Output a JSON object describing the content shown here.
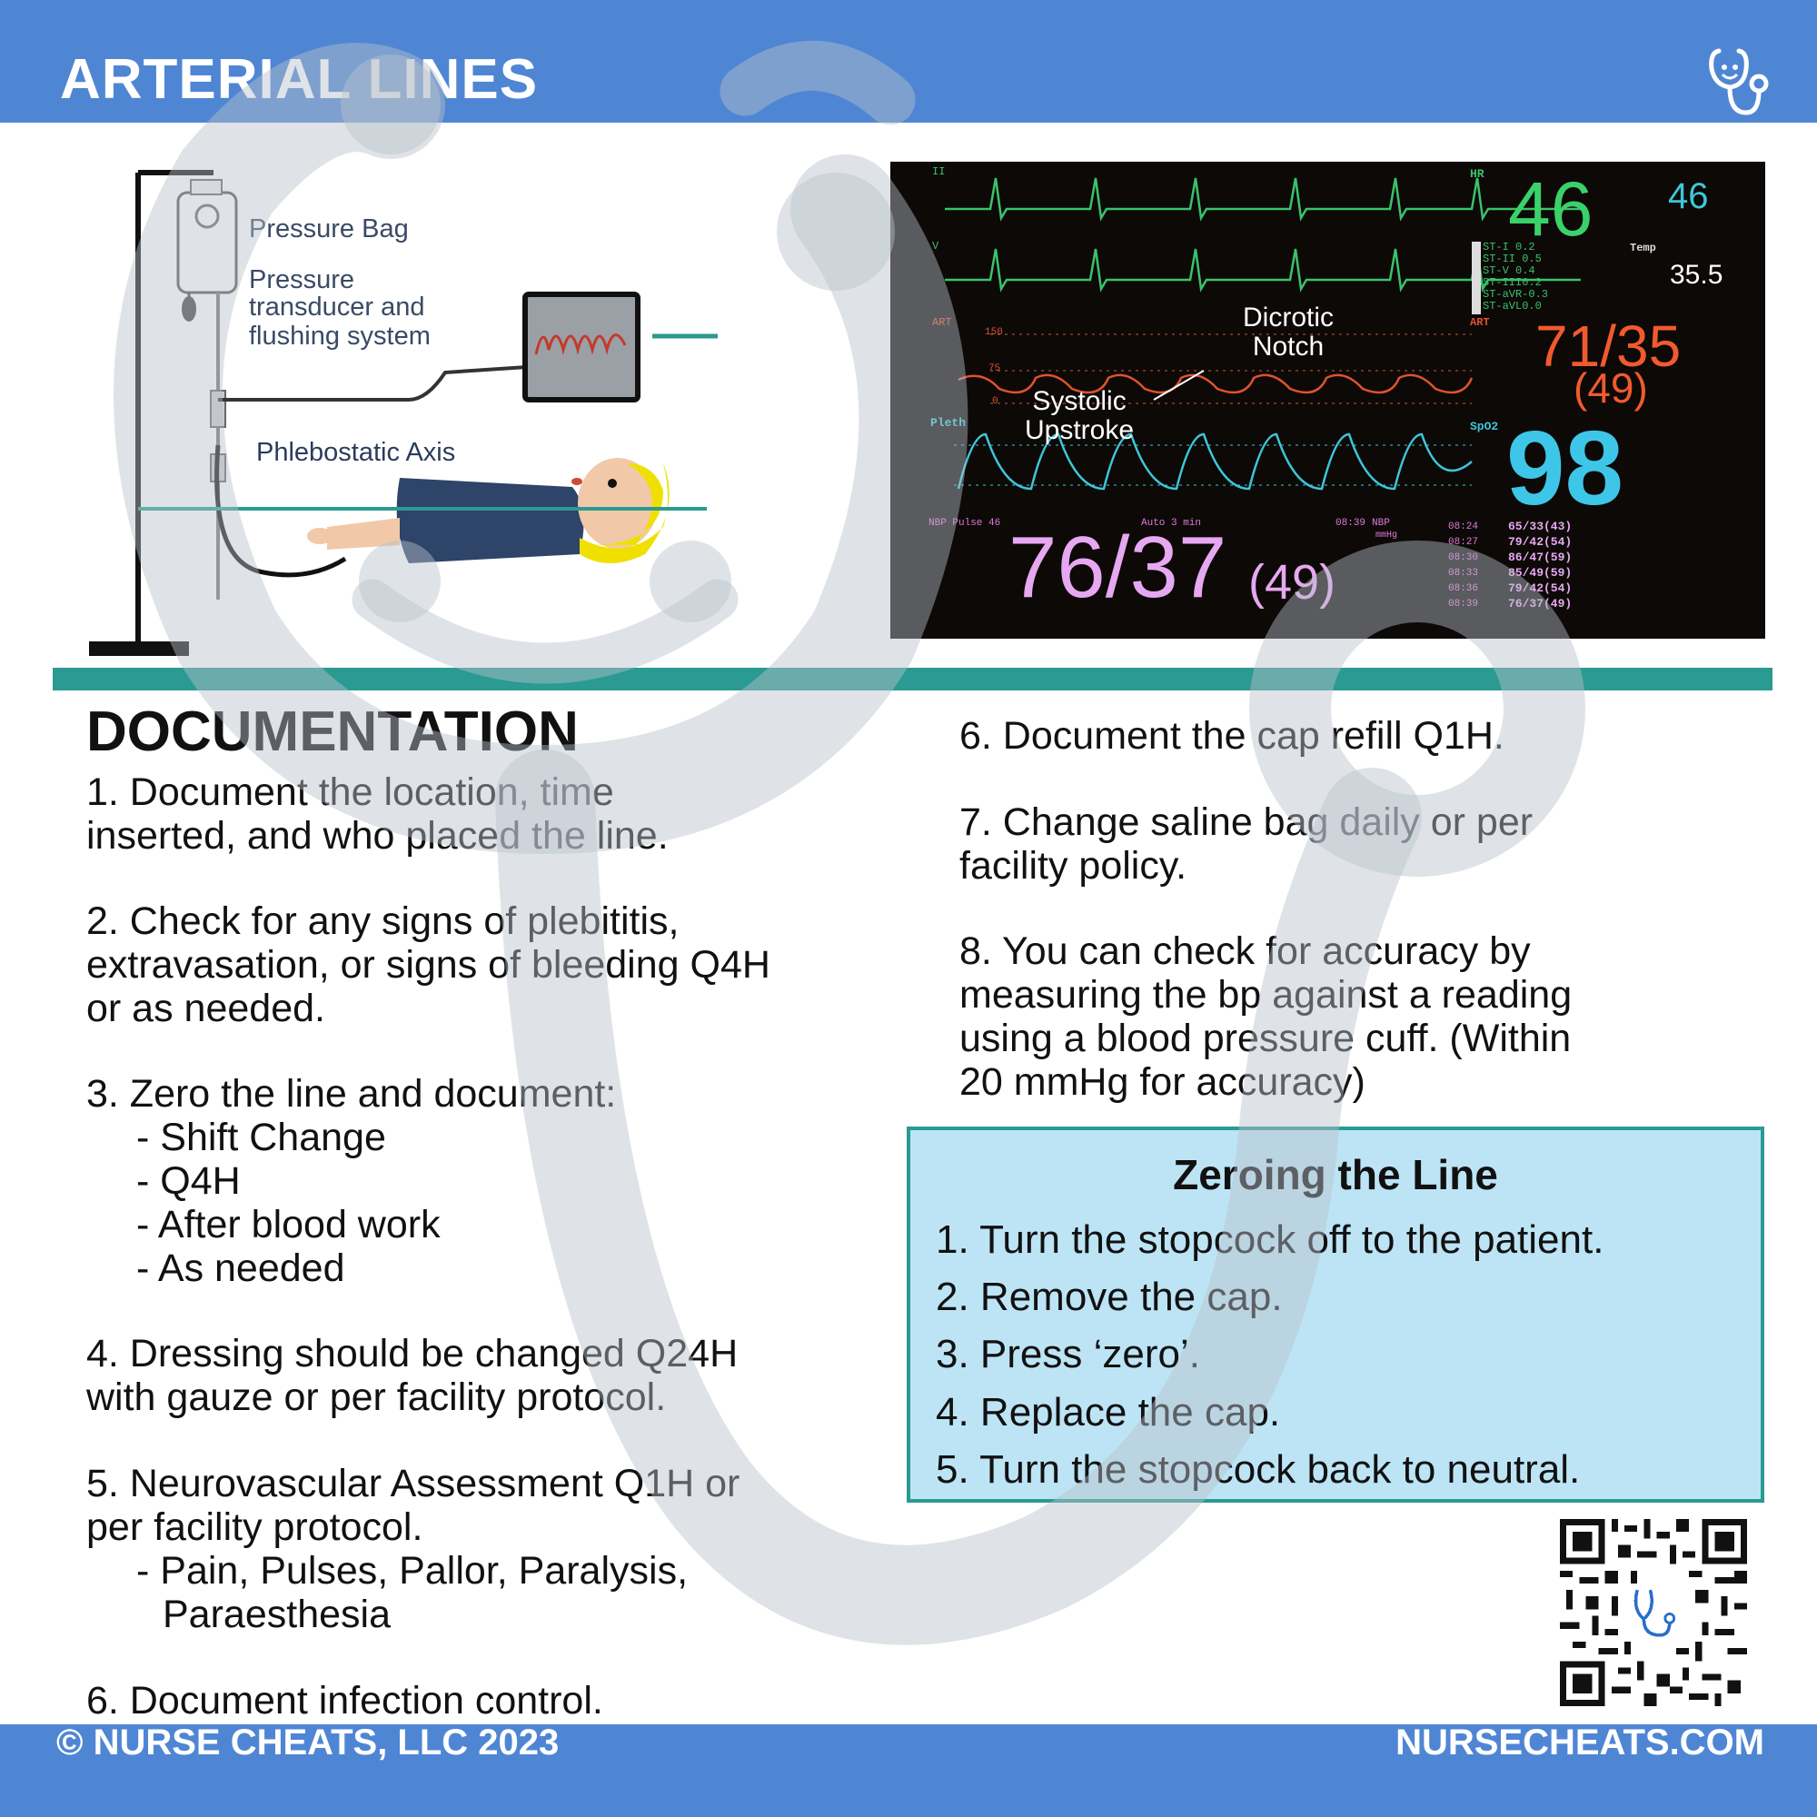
{
  "header": {
    "title": "ARTERIAL LINES"
  },
  "diagram": {
    "pressure_bag": "Pressure Bag",
    "transducer": [
      "Pressure",
      "transducer and",
      "flushing system"
    ],
    "phlebostatic_axis": "Phlebostatic Axis"
  },
  "monitor": {
    "lead_ii": "II",
    "lead_v": "V",
    "hr_label": "HR",
    "hr_value": "46",
    "hr_small": "46",
    "temp_label": "Temp",
    "temp_value": "35.5",
    "st_values": [
      "ST-I  0.2",
      "ST-II 0.5",
      "ST-V  0.4",
      "ST-III0.2",
      "ST-aVR-0.3",
      "ST-aVL0.0"
    ],
    "art_label": "ART",
    "art_value": "71/35",
    "art_mean": "(49)",
    "scale_150": "150",
    "scale_75": "75",
    "scale_0": "0",
    "dicrotic_notch": [
      "Dicrotic",
      "Notch"
    ],
    "systolic_upstroke": [
      "Systolic",
      "Upstroke"
    ],
    "pleth_label": "Pleth",
    "spo2_label": "SpO2",
    "spo2_value": "98",
    "nbp_header": "NBP  Pulse 46",
    "auto_label": "Auto  3 min",
    "nbp_time": "08:39",
    "nbp_label": "NBP",
    "nbp_unit": "mmHg",
    "nbp_value": "76/37",
    "nbp_mean": "(49)",
    "history": [
      {
        "time": "08:24",
        "value": "65/33(43)"
      },
      {
        "time": "08:27",
        "value": "79/42(54)"
      },
      {
        "time": "08:30",
        "value": "86/47(59)"
      },
      {
        "time": "08:33",
        "value": "85/49(59)"
      },
      {
        "time": "08:36",
        "value": "79/42(54)"
      },
      {
        "time": "08:39",
        "value": "76/37(49)"
      }
    ]
  },
  "documentation": {
    "heading": "DOCUMENTATION",
    "item1": [
      "1.  Document the location, time",
      "inserted, and who placed the line."
    ],
    "item2": [
      "2.  Check for any signs of plebititis,",
      "extravasation, or signs of bleeding Q4H",
      "or as needed."
    ],
    "item3": [
      "3. Zero the line and document:",
      "- Shift Change",
      "- Q4H",
      "- After blood work",
      "- As needed"
    ],
    "item4": [
      "4. Dressing should be changed Q24H",
      "with gauze or per facility protocol."
    ],
    "item5": [
      "5.  Neurovascular Assessment Q1H or",
      "per facility protocol.",
      "- Pain, Pulses, Pallor, Paralysis,",
      "Paraesthesia"
    ],
    "item6a": "6.  Document infection control.",
    "item6b": "6.  Document the cap refill Q1H.",
    "item7": [
      "7.  Change saline bag daily or per",
      "facility policy."
    ],
    "item8": [
      "8.  You can check for accuracy by",
      "measuring the bp against a reading",
      "using a blood pressure cuff.  (Within",
      "20 mmHg for accuracy)"
    ]
  },
  "zeroing": {
    "title": "Zeroing the Line",
    "steps": [
      "1. Turn the stopcock off to the patient.",
      "2.  Remove the cap.",
      "3.  Press ‘zero’.",
      "4.  Replace the cap.",
      "5.  Turn the stopcock back to neutral."
    ]
  },
  "footer": {
    "left": "© NURSE CHEATS, LLC 2023",
    "right": "NURSECHEATS.COM"
  },
  "colors": {
    "brand_blue": "#4f86d4",
    "teal": "#2a9a92",
    "box_fill": "#bde4f5",
    "watermark": "#c9ced6"
  },
  "icons": [
    "stethoscope-icon",
    "qr-code"
  ]
}
